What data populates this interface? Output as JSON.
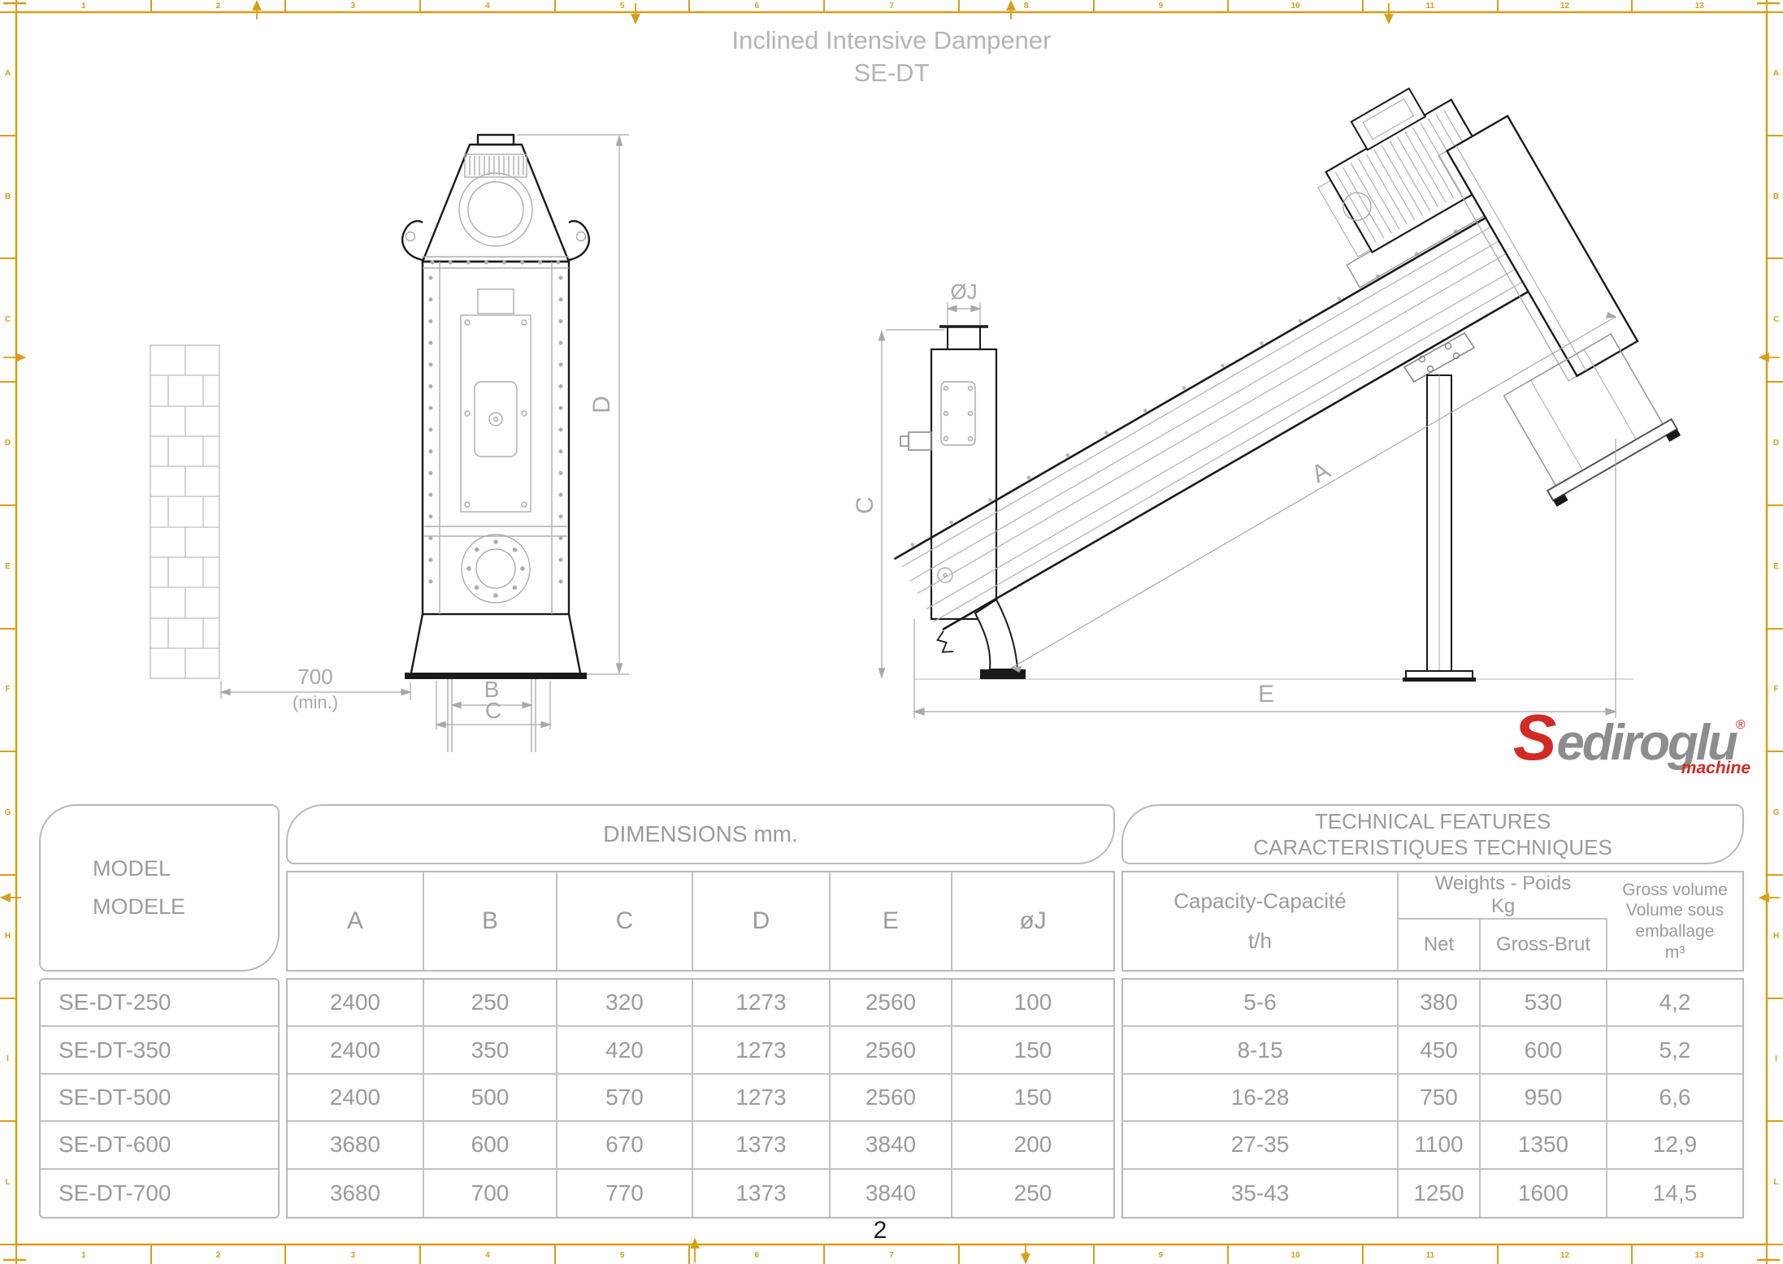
{
  "page": {
    "title_line1": "Inclined Intensive Dampener",
    "title_line2": "SE-DT",
    "page_number": "2"
  },
  "frame": {
    "color": "#d79e18",
    "top_numbers": [
      "1",
      "2",
      "3",
      "4",
      "5",
      "6",
      "7",
      "8",
      "9",
      "10",
      "11",
      "12",
      "13"
    ],
    "side_letters": [
      "A",
      "B",
      "C",
      "D",
      "E",
      "F",
      "G",
      "H",
      "I",
      "L"
    ]
  },
  "drawing": {
    "front_view": {
      "dim_d": "D",
      "dim_b": "B",
      "dim_c": "C",
      "clearance": "700",
      "clearance_note": "(min.)"
    },
    "side_view": {
      "dim_oj": "ØJ",
      "dim_c": "C",
      "dim_a": "A",
      "dim_e": "E"
    }
  },
  "logo": {
    "s": "S",
    "rest": "ediroglu",
    "reg": "®",
    "sub": "machine",
    "red": "#d22a24",
    "gray": "#8d8d8d"
  },
  "table": {
    "model_header_line1": "MODEL",
    "model_header_line2": "MODELE",
    "dimensions_header": "DIMENSIONS mm.",
    "technical_header_line1": "TECHNICAL FEATURES",
    "technical_header_line2": "CARACTERISTIQUES TECHNIQUES",
    "dim_columns": [
      "A",
      "B",
      "C",
      "D",
      "E",
      "øJ"
    ],
    "capacity_header_line1": "Capacity-Capacité",
    "capacity_header_line2": "t/h",
    "weights_header_line1": "Weights - Poids",
    "weights_header_line2": "Kg",
    "weights_sub_net": "Net",
    "weights_sub_gross": "Gross-Brut",
    "volume_header_line1": "Gross volume",
    "volume_header_line2": "Volume sous",
    "volume_header_line3": "emballage",
    "volume_header_line4": "m³",
    "rows": [
      {
        "model": "SE-DT-250",
        "values": [
          "2400",
          "250",
          "320",
          "1273",
          "2560",
          "100",
          "5-6",
          "380",
          "530",
          "4,2"
        ]
      },
      {
        "model": "SE-DT-350",
        "values": [
          "2400",
          "350",
          "420",
          "1273",
          "2560",
          "150",
          "8-15",
          "450",
          "600",
          "5,2"
        ]
      },
      {
        "model": "SE-DT-500",
        "values": [
          "2400",
          "500",
          "570",
          "1273",
          "2560",
          "150",
          "16-28",
          "750",
          "950",
          "6,6"
        ]
      },
      {
        "model": "SE-DT-600",
        "values": [
          "3680",
          "600",
          "670",
          "1373",
          "3840",
          "200",
          "27-35",
          "1100",
          "1350",
          "12,9"
        ]
      },
      {
        "model": "SE-DT-700",
        "values": [
          "3680",
          "700",
          "770",
          "1373",
          "3840",
          "250",
          "35-43",
          "1250",
          "1600",
          "14,5"
        ]
      }
    ]
  }
}
